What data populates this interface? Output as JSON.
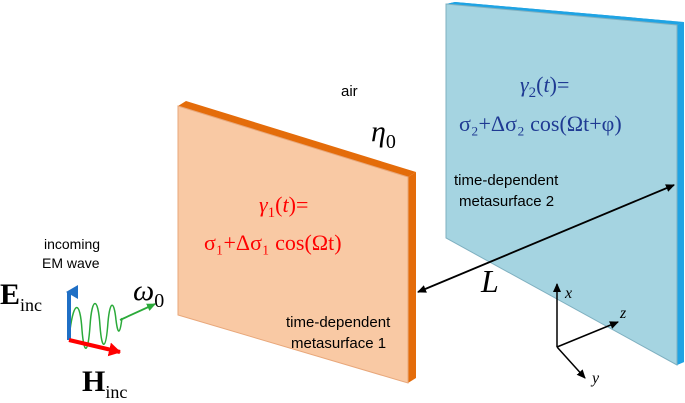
{
  "medium": {
    "label": "air",
    "impedance_symbol": "η",
    "impedance_subscript": "0"
  },
  "colors": {
    "panel1_face": "#F9C9A4",
    "panel1_edge": "#E46C0A",
    "panel2_face": "#A5D4E1",
    "panel2_edge": "#1FA3E3",
    "formula1": "#FF0000",
    "formula2": "#1F3A93",
    "arrow_e": "#1F6FC5",
    "arrow_h": "#FF0000",
    "arrow_k": "#2BAA3A"
  },
  "metasurface1": {
    "formula_line1": {
      "prefix": "γ",
      "sub": "1",
      "paren_open": "(",
      "var": "t",
      "suffix": ")="
    },
    "formula_line2": "σ₁+Δσ₁ cos(Ωt)",
    "label_line1": "time-dependent",
    "label_line2": "metasurface 1"
  },
  "metasurface2": {
    "formula_line1": {
      "prefix": "γ",
      "sub": "2",
      "paren_open": "(",
      "var": "t",
      "suffix": ")="
    },
    "formula_line2": "σ₂+Δσ₂ cos(Ωt+φ)",
    "label_line1": "time-dependent",
    "label_line2": "metasurface 2"
  },
  "distance": {
    "label": "L"
  },
  "incident_wave": {
    "label_line1": "incoming",
    "label_line2": "EM wave",
    "e_field": {
      "symbol": "E",
      "sub": "inc"
    },
    "h_field": {
      "symbol": "H",
      "sub": "inc"
    },
    "frequency": {
      "symbol": "ω",
      "sub": "0"
    }
  },
  "axes": {
    "x": "x",
    "y": "y",
    "z": "z"
  }
}
